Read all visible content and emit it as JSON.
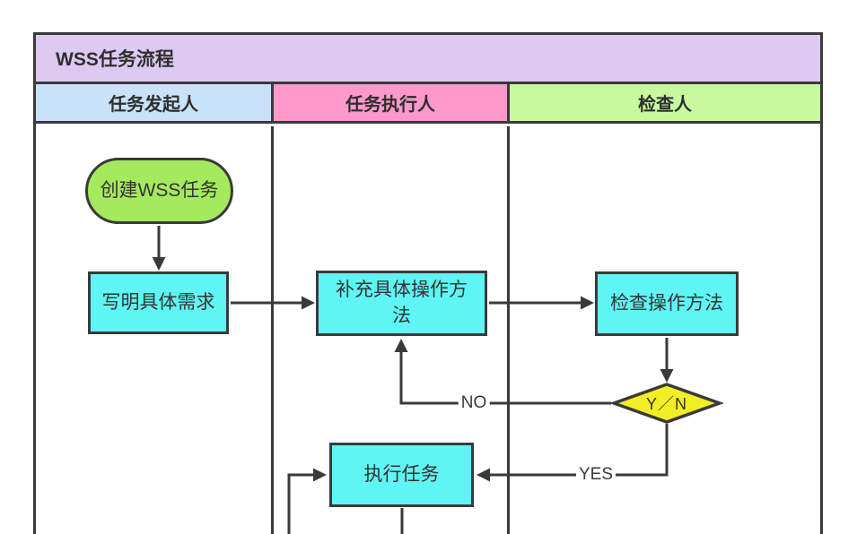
{
  "diagram": {
    "title": "WSS任务流程",
    "lanes": [
      {
        "id": "initiator",
        "label": "任务发起人",
        "color": "#c9e2f9"
      },
      {
        "id": "executor",
        "label": "任务执行人",
        "color": "#ff99cc"
      },
      {
        "id": "checker",
        "label": "检查人",
        "color": "#c9f99e"
      }
    ],
    "nodes": [
      {
        "id": "create-task",
        "type": "terminator",
        "lane": "initiator",
        "label": "创建WSS任务",
        "color": "#a5e95e"
      },
      {
        "id": "write-requirements",
        "type": "process",
        "lane": "initiator",
        "label": "写明具体需求",
        "color": "#5ff5f5"
      },
      {
        "id": "add-method",
        "type": "process",
        "lane": "executor",
        "label": "补充具体操作方法",
        "color": "#5ff5f5"
      },
      {
        "id": "check-method",
        "type": "process",
        "lane": "checker",
        "label": "检查操作方法",
        "color": "#5ff5f5"
      },
      {
        "id": "yn-decision",
        "type": "decision",
        "lane": "checker",
        "label": "Y／N",
        "color": "#f2ee25"
      },
      {
        "id": "execute-task",
        "type": "process",
        "lane": "executor",
        "label": "执行任务",
        "color": "#5ff5f5"
      }
    ],
    "edge_labels": {
      "no": "NO",
      "yes": "YES"
    },
    "colors": {
      "title_bg": "#dec9f2",
      "line": "#3a3a3a",
      "background": "#ffffff"
    }
  }
}
